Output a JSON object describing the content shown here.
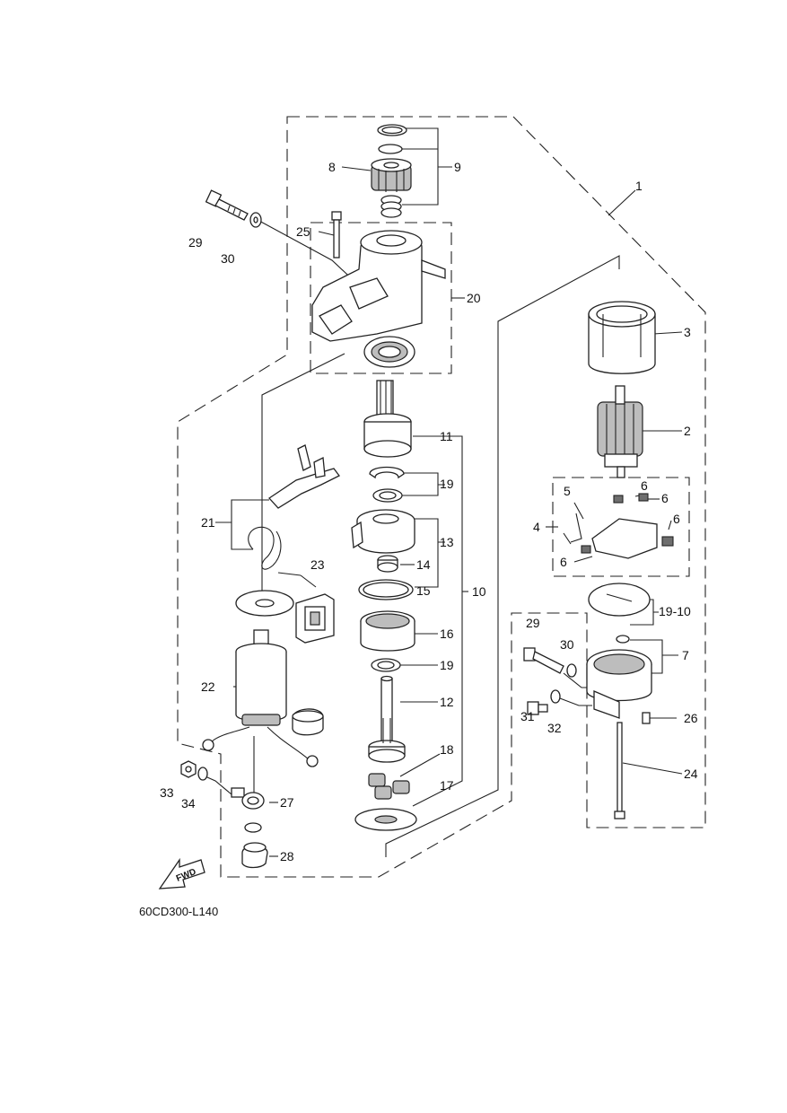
{
  "diagram_code": "60CD300-L140",
  "fwd_label": "FWD",
  "labels": {
    "l1": "1",
    "l2": "2",
    "l3": "3",
    "l4": "4",
    "l5": "5",
    "l6a": "6",
    "l6b": "6",
    "l6c": "6",
    "l6d": "6",
    "l7": "7",
    "l8": "8",
    "l9": "9",
    "l10": "10",
    "l11": "11",
    "l12": "12",
    "l13": "13",
    "l14": "14",
    "l15": "15",
    "l16": "16",
    "l17": "17",
    "l18": "18",
    "l19a": "19",
    "l19b": "19",
    "l19c": "19-10",
    "l20": "20",
    "l21": "21",
    "l22": "22",
    "l23": "23",
    "l24": "24",
    "l25": "25",
    "l26": "26",
    "l27": "27",
    "l28": "28",
    "l29a": "29",
    "l29b": "29",
    "l30a": "30",
    "l30b": "30",
    "l31": "31",
    "l32": "32",
    "l33": "33",
    "l34": "34"
  },
  "colors": {
    "line": "#222222",
    "shade": "#bdbdbd",
    "dark_shade": "#6e6e6e"
  }
}
